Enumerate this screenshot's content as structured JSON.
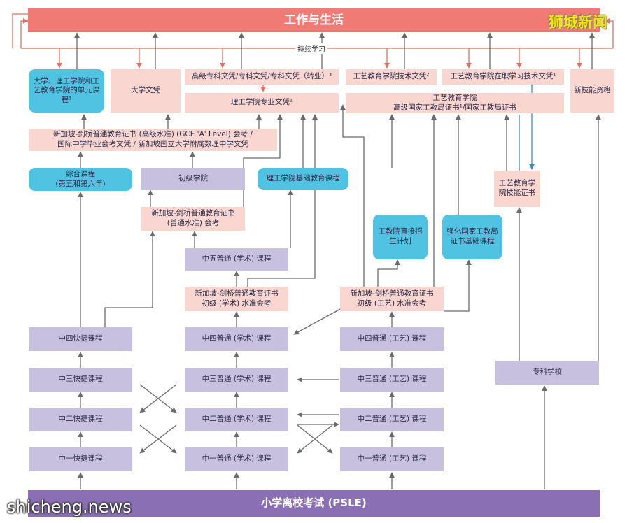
{
  "banner": {
    "work_life": "工作与生活",
    "psle": "小学离校考试 (PSLE)"
  },
  "continuing_learning": "持续学习",
  "watermarks": {
    "top_right": "狮城新闻",
    "bottom_left": "shicheng.news"
  },
  "top_row": {
    "uni_poly_ite_modules": "大学、理工学院和工艺教育学院的单元课程³",
    "uni_degree": "大学文凭",
    "adv_diploma": "高级专科文凭/专科文凭/专科文凭（转业）³",
    "poly_diploma": "理工学院专业文凭¹",
    "ite_tech_diploma": "工艺教育学院技术文凭²",
    "ite_work_study": "工艺教育学院在职学习技术文凭¹",
    "ite_nitec": "工艺教育学院\n高级国家工教局证书¹/国家工教局证书",
    "skills_future": "新技能资格"
  },
  "middle_row": {
    "a_level": "新加坡-剑桥普通教育证书 (高级水准) (GCE 'A' Level) 会考 /\n国际中学毕业会考文凭 / 新加坡国立大学附属数理中学文凭",
    "ip": "综合课程\n(第五和第六年)",
    "jc": "初级学院",
    "pfp": "理工学院基础教育课程",
    "ite_skills_cert": "工艺教育学院技能证书",
    "o_level": "新加坡-剑桥普通教育证书\n(普通水准) 会考",
    "ite_direct": "工教院直接招生计划",
    "ite_foundation": "强化国家工教局证书基础课程",
    "sec5_na": "中五普通 (学术) 课程",
    "n_a_level": "新加坡-剑桥普通教育证书\n初级 (学术) 水准会考",
    "n_t_level": "新加坡-剑桥普通教育证书\n初级 (工艺) 水准会考"
  },
  "express": [
    "中四快捷课程",
    "中三快捷课程",
    "中二快捷课程",
    "中一快捷课程"
  ],
  "normal_academic": [
    "中四普通 (学术) 课程",
    "中三普通 (学术) 课程",
    "中二普通 (学术) 课程",
    "中一普通 (学术) 课程"
  ],
  "normal_technical": [
    "中四普通 (工艺) 课程",
    "中三普通 (工艺) 课程",
    "中二普通 (工艺) 课程",
    "中一普通 (工艺) 课程"
  ],
  "specialised_school": "专科学校",
  "colors": {
    "banner": "#ef7b74",
    "psle": "#8a6fb4",
    "pink": "#f9d6d0",
    "lavender": "#c7c1df",
    "teal": "#4fc3e1",
    "arrow_gray": "#6b6b6b",
    "arrow_red": "#e4705f",
    "arrow_blue": "#3d8fc2"
  }
}
